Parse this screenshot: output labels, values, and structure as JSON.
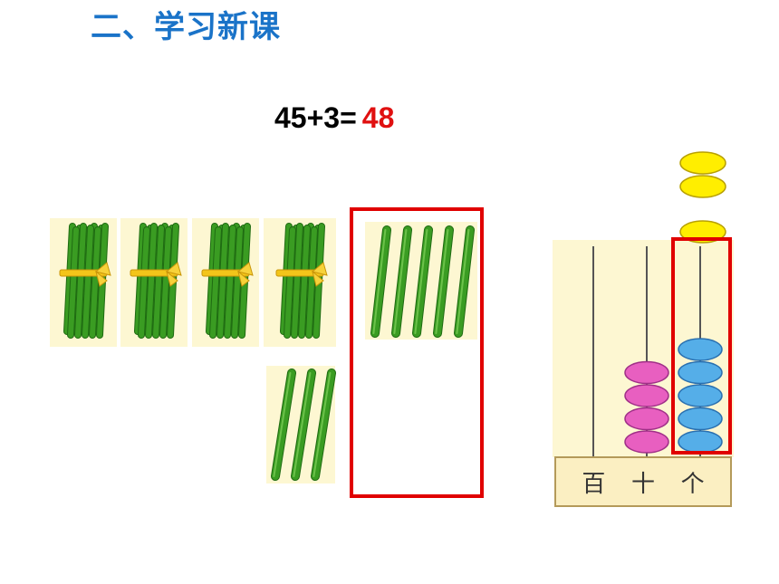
{
  "slide": {
    "title": "二、学习新课",
    "equation": {
      "expression": "45+3=",
      "answer": "48"
    }
  },
  "sticks": {
    "bundles_of_ten": 4,
    "loose_sticks_existing": 5,
    "loose_sticks_added": 3
  },
  "abacus": {
    "place_labels": {
      "hundreds": "百",
      "tens": "十",
      "ones": "个"
    },
    "tens_beads": 4,
    "ones_beads": 5,
    "ones_beads_added": 3,
    "colors": {
      "tens_bead": "#e85fc0",
      "ones_bead": "#55aee8",
      "added_bead": "#ffee00",
      "highlight": "#e00000"
    }
  }
}
